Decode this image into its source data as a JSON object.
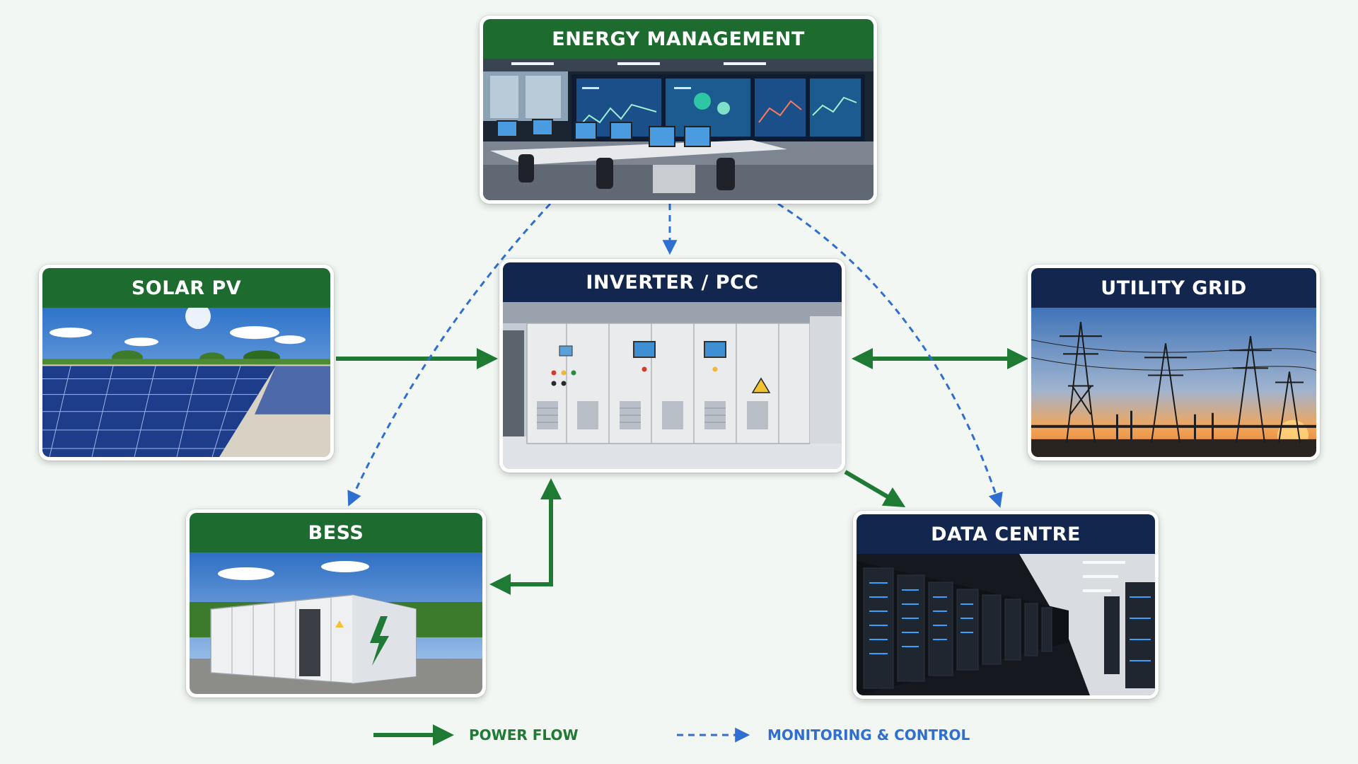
{
  "nodes": {
    "energy_management": {
      "label": "ENERGY MANAGEMENT"
    },
    "solar_pv": {
      "label": "SOLAR PV"
    },
    "inverter_pcc": {
      "label": "INVERTER / PCC"
    },
    "utility_grid": {
      "label": "UTILITY GRID"
    },
    "bess": {
      "label": "BESS"
    },
    "data_centre": {
      "label": "DATA CENTRE"
    }
  },
  "legend": {
    "power_flow": "POWER FLOW",
    "monitoring_control": "MONITORING & CONTROL"
  },
  "colors": {
    "green_header": "#1e6b30",
    "navy_header": "#13264d",
    "power_flow_arrow": "#1f7a33",
    "monitoring_arrow": "#2f6fd1",
    "background": "#f2f7f3"
  }
}
